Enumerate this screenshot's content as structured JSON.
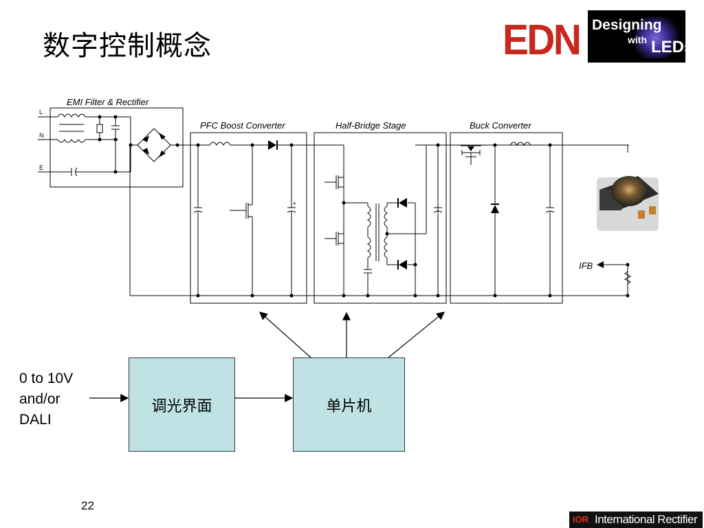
{
  "slide": {
    "title": "数字控制概念",
    "page_number": "22"
  },
  "logos": {
    "edn": "EDN",
    "designing_with_leds": {
      "line1": "Designing",
      "line2": "with",
      "line3": "LEDs"
    },
    "ir": {
      "mark": "IOR",
      "name": "International Rectifier",
      "accent": "#e03020"
    }
  },
  "schematic": {
    "stages": [
      {
        "id": "emi",
        "label": "EMI Filter & Rectifier"
      },
      {
        "id": "pfc",
        "label": "PFC Boost Converter"
      },
      {
        "id": "hb",
        "label": "Half-Bridge Stage"
      },
      {
        "id": "buck",
        "label": "Buck Converter"
      }
    ],
    "pins": {
      "l": "L",
      "n": "N",
      "e": "E"
    },
    "feedback_label": "IFB"
  },
  "control": {
    "input_label_lines": [
      "0 to 10V",
      "and/or",
      "DALI"
    ],
    "dimming_interface": "调光界面",
    "microcontroller": "单片机",
    "block_color": "#bfe3e4"
  }
}
